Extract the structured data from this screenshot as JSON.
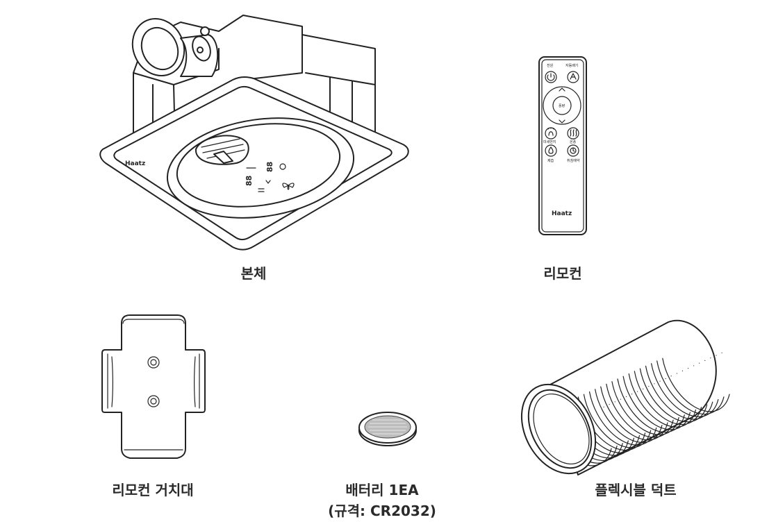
{
  "components": {
    "main_unit": {
      "label": "본체",
      "brand_mark": "Haatz",
      "display_readout": "88",
      "icon": "fan-unit-icon"
    },
    "remote": {
      "label": "리모컨",
      "brand": "Haatz",
      "buttons": {
        "power": "전원",
        "auto_ventilation": "자동배기",
        "center": "풍량",
        "fine_dust": "미세먼지",
        "heat": "온풍",
        "dry": "제습",
        "timer": "취침예약"
      },
      "icon": "remote-control-icon"
    },
    "holder": {
      "label": "리모컨 거치대",
      "icon": "remote-holder-icon"
    },
    "battery": {
      "label": "배터리 1EA",
      "spec": "(규격: CR2032)",
      "icon": "coin-battery-icon"
    },
    "duct": {
      "label": "플렉시블 덕트",
      "icon": "flexible-duct-icon"
    }
  }
}
